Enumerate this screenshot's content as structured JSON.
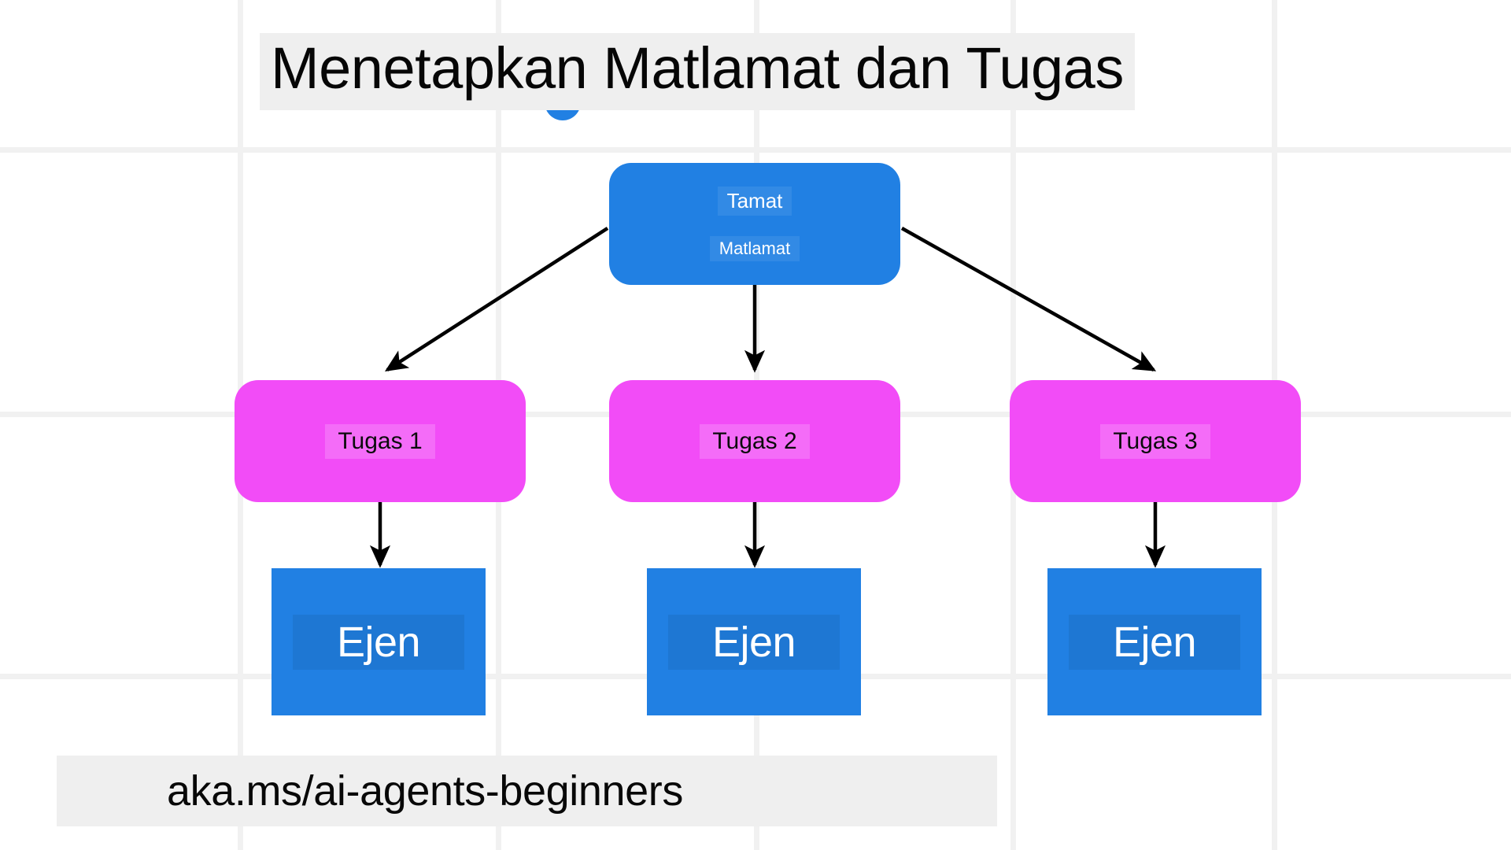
{
  "page": {
    "title": "Menetapkan Matlamat dan Tugas",
    "footer_url": "aka.ms/ai-agents-beginners",
    "background_color": "#ffffff",
    "grid_line_color": "#f1f1f1",
    "highlight_color": "#efefef"
  },
  "palette": {
    "blue": "#2180e3",
    "magenta": "#f24cf7",
    "text_dark": "#060606",
    "text_light": "#ffffff",
    "edge": "#000000"
  },
  "diagram": {
    "type": "flowchart",
    "goal_node": {
      "title": "Tamat",
      "subtitle": "Matlamat",
      "color": "#2180e3",
      "shape": "rounded-rectangle"
    },
    "task_nodes": [
      {
        "label": "Tugas 1",
        "color": "#f24cf7",
        "shape": "rounded-rectangle"
      },
      {
        "label": "Tugas 2",
        "color": "#f24cf7",
        "shape": "rounded-rectangle"
      },
      {
        "label": "Tugas 3",
        "color": "#f24cf7",
        "shape": "rounded-rectangle"
      }
    ],
    "agent_nodes": [
      {
        "label": "Ejen",
        "color": "#2180e3",
        "shape": "rectangle"
      },
      {
        "label": "Ejen",
        "color": "#2180e3",
        "shape": "rectangle"
      },
      {
        "label": "Ejen",
        "color": "#2180e3",
        "shape": "rectangle"
      }
    ],
    "edges": [
      {
        "from": "goal_node",
        "to": "task_nodes.0",
        "style": "solid-arrow"
      },
      {
        "from": "goal_node",
        "to": "task_nodes.1",
        "style": "solid-arrow"
      },
      {
        "from": "goal_node",
        "to": "task_nodes.2",
        "style": "solid-arrow"
      },
      {
        "from": "task_nodes.0",
        "to": "agent_nodes.0",
        "style": "solid-arrow"
      },
      {
        "from": "task_nodes.1",
        "to": "agent_nodes.1",
        "style": "solid-arrow"
      },
      {
        "from": "task_nodes.2",
        "to": "agent_nodes.2",
        "style": "solid-arrow"
      }
    ]
  }
}
